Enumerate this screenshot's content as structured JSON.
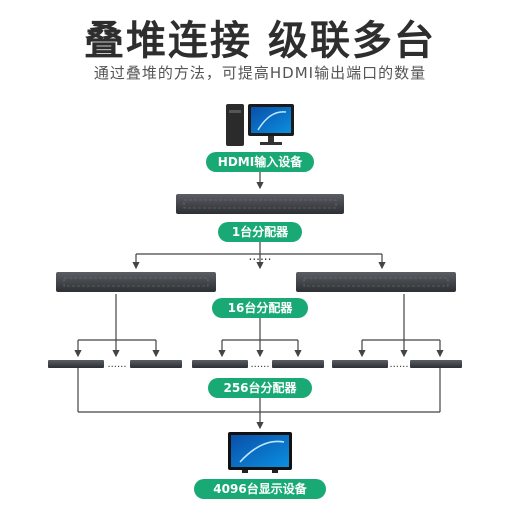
{
  "header": {
    "title": "叠堆连接 级联多台",
    "subtitle": "通过叠堆的方法，可提高HDMI输出端口的数量"
  },
  "labels": {
    "input_device": "HDMI输入设备",
    "splitter_1": "1台分配器",
    "splitter_16": "16台分配器",
    "splitter_256": "256台分配器",
    "display_4096": "4096台显示设备"
  },
  "ellipsis": "......",
  "colors": {
    "label_green": "#19a974",
    "device_dark": "#3a3d42",
    "line_gray": "#444444"
  }
}
